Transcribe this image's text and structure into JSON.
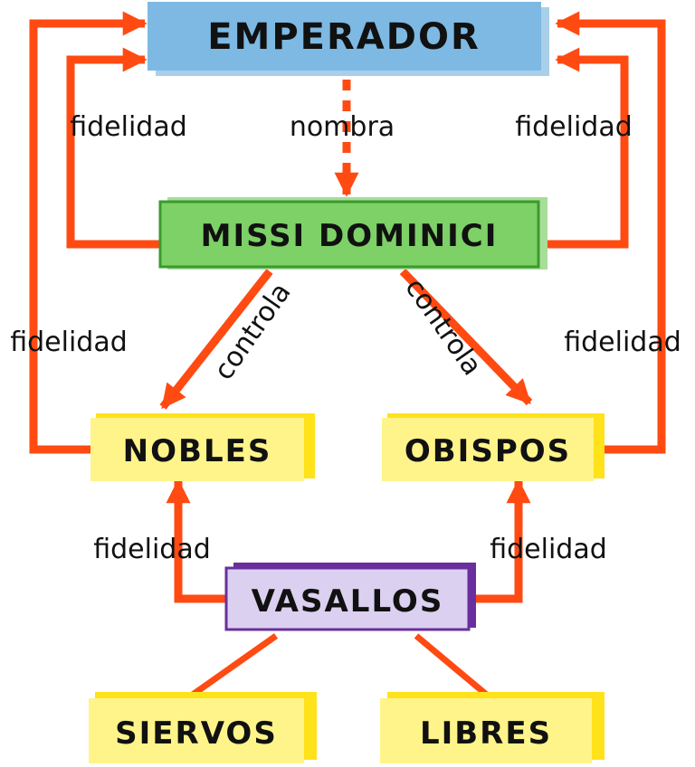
{
  "colors": {
    "arrow": "#ff4a12",
    "emperador_fill": "#7db9e3",
    "emperador_shadow": "#a9cfea",
    "missi_fill": "#7dd167",
    "missi_border": "#3a9a2c",
    "missi_shadow": "#a7de98",
    "yellow_fill": "#fff48a",
    "yellow_shadow": "#ffe21a",
    "vasallos_fill": "#dcd0f0",
    "vasallos_border": "#6a2f9e",
    "vasallos_shadow": "#6a2f9e"
  },
  "nodes": {
    "emperador": "EMPERADOR",
    "missi_dominici": "MISSI DOMINICI",
    "nobles": "NOBLES",
    "obispos": "OBISPOS",
    "vasallos": "VASALLOS",
    "siervos": "SIERVOS",
    "libres": "LIBRES"
  },
  "labels": {
    "nombra": "nombra",
    "controla_left": "controla",
    "controla_right": "controla",
    "fidelidad_missi_left": "fidelidad",
    "fidelidad_missi_right": "fidelidad",
    "fidelidad_nobles": "fidelidad",
    "fidelidad_obispos": "fidelidad",
    "fidelidad_vasallos_left": "fidelidad",
    "fidelidad_vasallos_right": "fidelidad"
  }
}
